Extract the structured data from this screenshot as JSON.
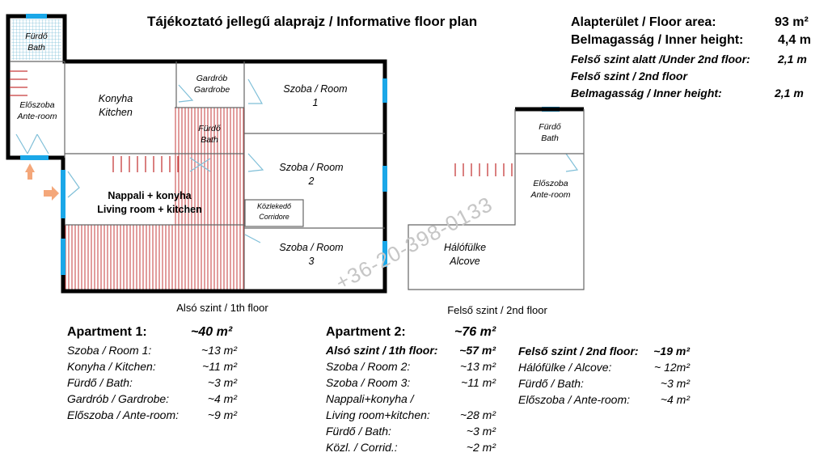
{
  "title": "Tájékoztató jellegű alaprajz / Informative floor plan",
  "watermark": "+36-20-398-0133",
  "colors": {
    "wall": "#000000",
    "window": "#1aa7e8",
    "hatch": "#c63b3b",
    "arrow": "#f4a77a",
    "grid": "#7fbfd8"
  },
  "specs": {
    "floor_area_label": "Alapterület / Floor area:",
    "floor_area_value": "93 m²",
    "inner_height_label": "Belmagasság / Inner height:",
    "inner_height_value": "4,4 m",
    "under_label": "Felső szint alatt /Under  2nd floor:",
    "under_value": "2,1 m",
    "upper_label": "Felső szint / 2nd floor",
    "upper_height_label": "Belmagasság / Inner height:",
    "upper_height_value": "2,1 m"
  },
  "plan": {
    "floor1_caption": "Alsó szint / 1th floor",
    "floor2_caption": "Felső szint / 2nd floor",
    "rooms": {
      "bath1": "Fürdő\nBath",
      "ante1": "Előszoba\nAnte-room",
      "kitchen": "Konyha\nKitchen",
      "gardrobe": "Gardrób\nGardrobe",
      "bath2": "Fürdő\nBath",
      "room1": "Szoba / Room\n1",
      "room2": "Szoba / Room\n2",
      "room3": "Szoba / Room\n3",
      "living": "Nappali + konyha\nLiving room + kitchen",
      "corridor": "Közlekedő\nCorridore",
      "bath_up": "Fürdő\nBath",
      "ante_up": "Előszoba\nAnte-room",
      "alcove": "Hálófülke\nAlcove"
    }
  },
  "apartment1": {
    "title": "Apartment 1:",
    "total": "~40 m²",
    "rows": [
      {
        "label": "Szoba / Room 1:",
        "value": "~13 m²"
      },
      {
        "label": "Konyha / Kitchen:",
        "value": "~11 m²"
      },
      {
        "label": "Fürdő / Bath:",
        "value": "~3 m²"
      },
      {
        "label": "Gardrób / Gardrobe:",
        "value": "~4 m²"
      },
      {
        "label": "Előszoba / Ante-room:",
        "value": "~9 m²"
      }
    ]
  },
  "apartment2": {
    "title": "Apartment 2:",
    "total": "~76 m²",
    "lower_label": "Alsó szint / 1th floor:",
    "lower_total": "~57 m²",
    "rows": [
      {
        "label": "Szoba / Room 2:",
        "value": "~13 m²"
      },
      {
        "label": "Szoba / Room 3:",
        "value": "~11 m²"
      },
      {
        "label": "Nappali+konyha /",
        "value": ""
      },
      {
        "label": "Living room+kitchen:",
        "value": "~28 m²"
      },
      {
        "label": "Fürdő / Bath:",
        "value": "~3 m²"
      },
      {
        "label": "Közl. / Corrid.:",
        "value": "~2 m²"
      }
    ],
    "upper_label": "Felső szint / 2nd floor:",
    "upper_total": "~19 m²",
    "upper_rows": [
      {
        "label": "Hálófülke / Alcove:",
        "value": "~ 12m²"
      },
      {
        "label": "Fürdő / Bath:",
        "value": "~3 m²"
      },
      {
        "label": "Előszoba / Ante-room:",
        "value": "~4 m²"
      }
    ]
  }
}
